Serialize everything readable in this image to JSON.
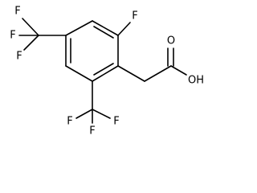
{
  "molecule": {
    "atoms": {
      "ring_f": "F",
      "acid_o": "O",
      "acid_oh": "OH",
      "cf3_top_f1": "F",
      "cf3_top_f2": "F",
      "cf3_top_f3": "F",
      "cf3_bottom_f1": "F",
      "cf3_bottom_f2": "F",
      "cf3_bottom_f3": "F"
    }
  }
}
